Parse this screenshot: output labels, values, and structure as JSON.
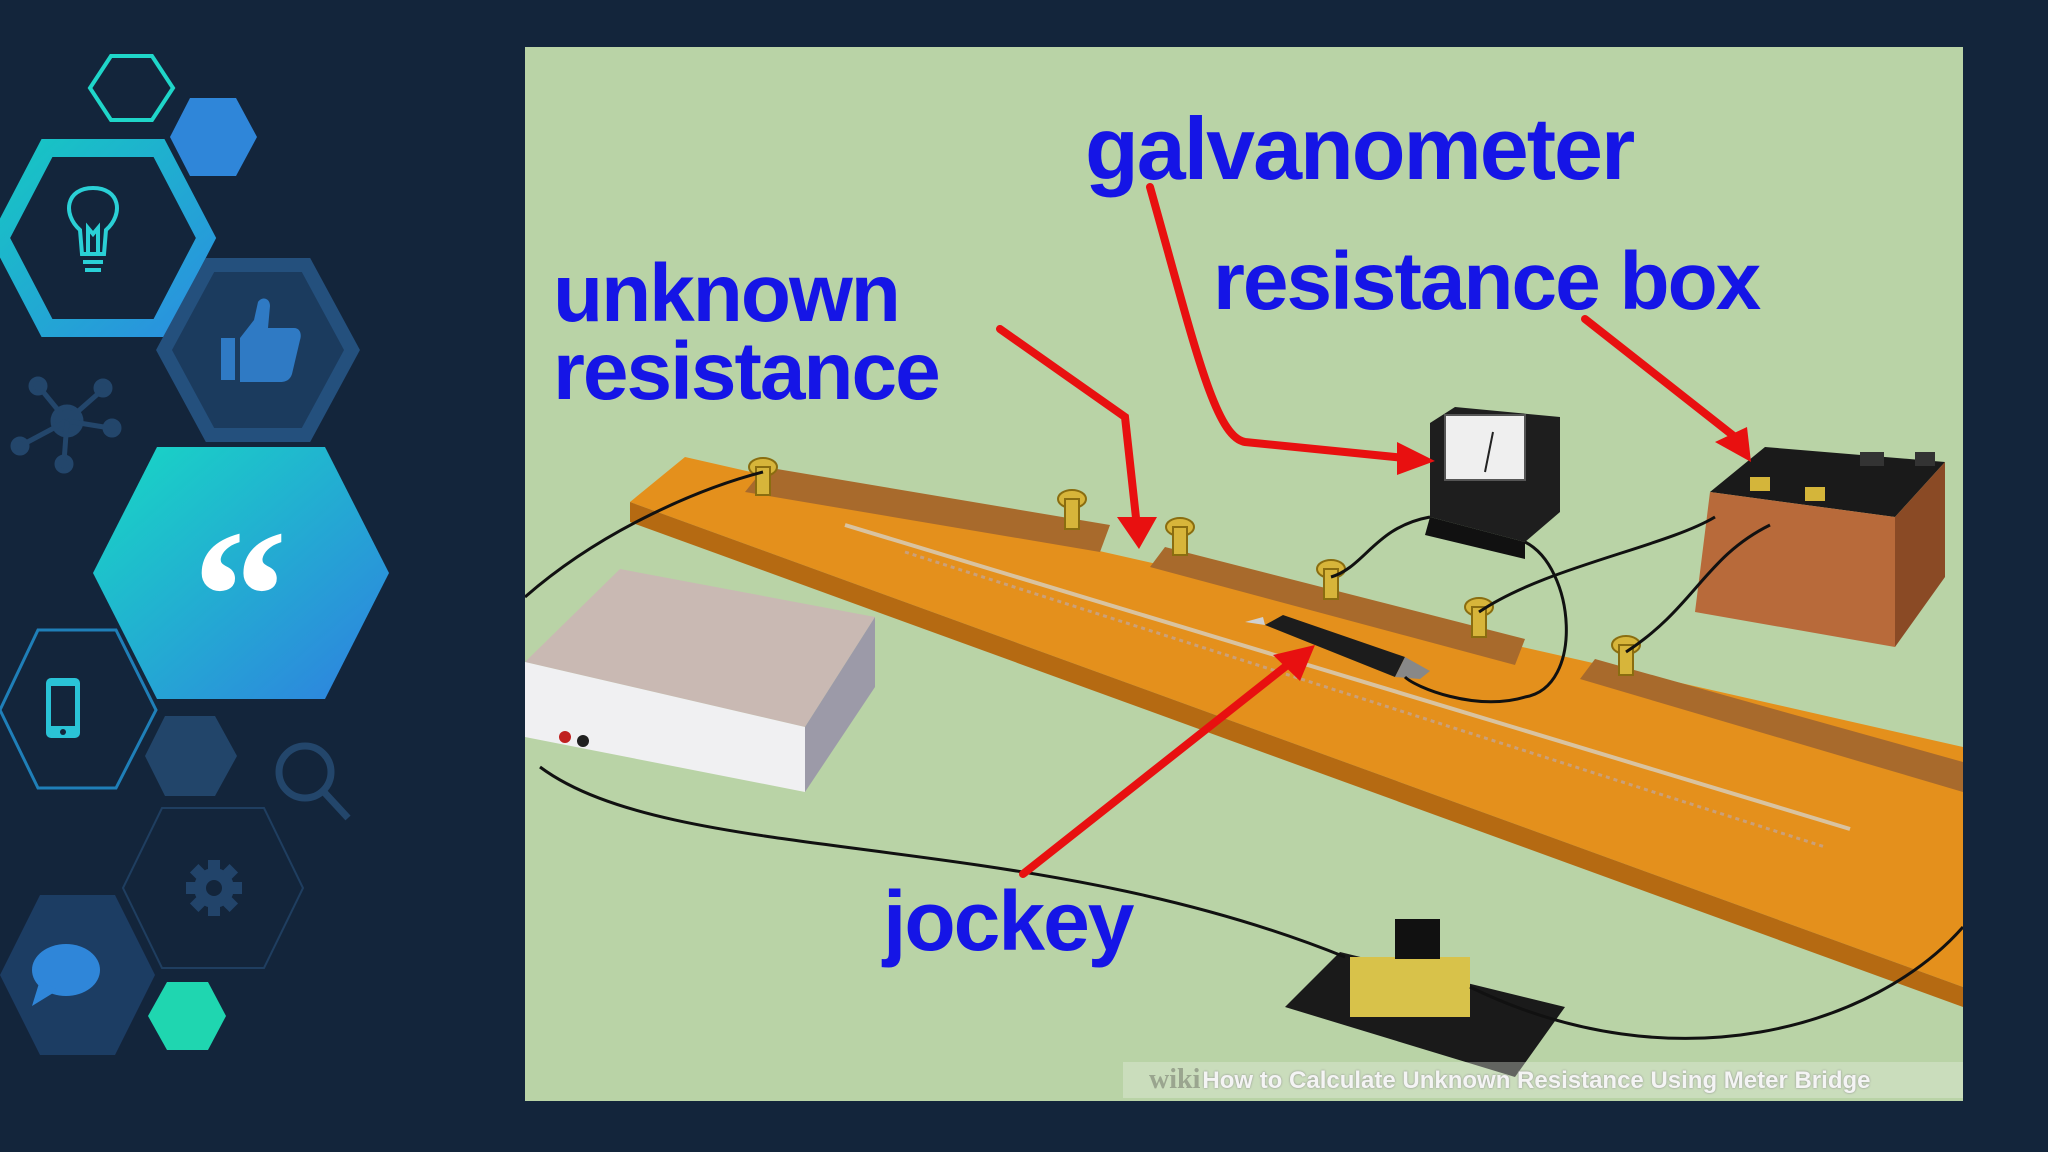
{
  "slide": {
    "background_color": "#13253b",
    "decoration_icons": [
      "lightbulb-icon",
      "thumbs-up-icon",
      "network-icon",
      "quote-icon",
      "phone-icon",
      "search-icon",
      "gear-icon",
      "chat-bubble-icon"
    ]
  },
  "figure": {
    "labels": {
      "unknown_resistance": "unknown\nresistance",
      "galvanometer": "galvanometer",
      "resistance_box": "resistance box",
      "jockey": "jockey"
    },
    "watermark": {
      "brand": "wiki",
      "caption": "How to Calculate Unknown Resistance Using Meter Bridge"
    },
    "label_color": "#1515e6",
    "arrow_color": "#e81010"
  }
}
